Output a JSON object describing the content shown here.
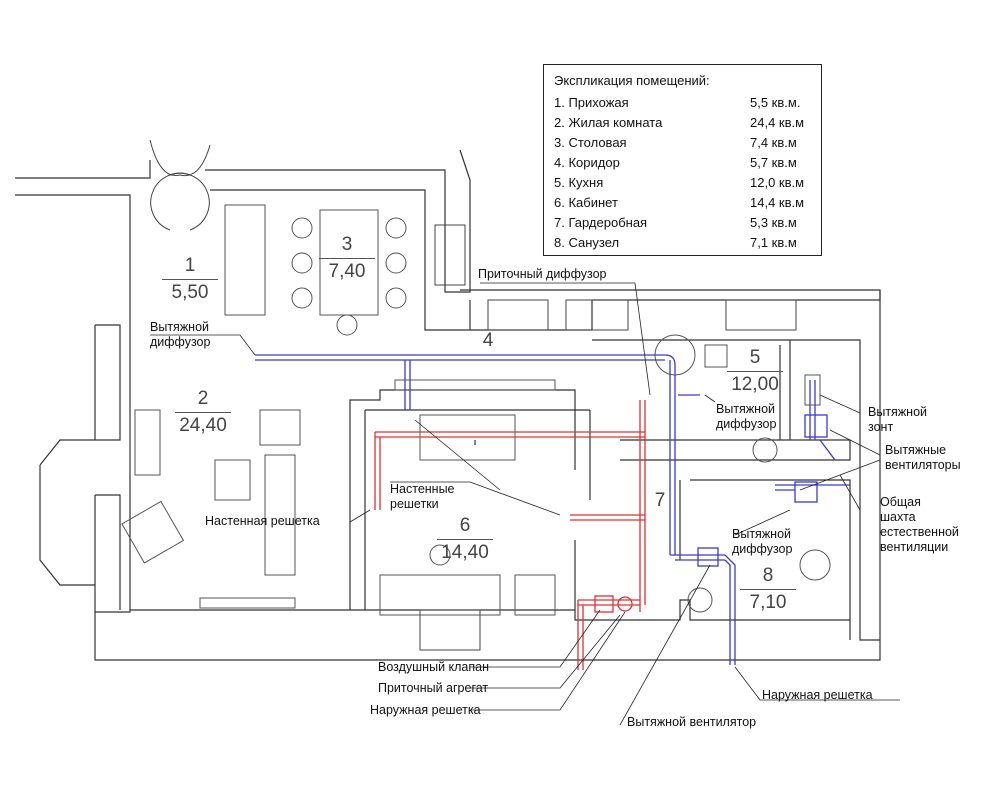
{
  "legend": {
    "title": "Экспликация помещений:",
    "rooms": [
      {
        "name": "1. Прихожая",
        "area": "5,5 кв.м."
      },
      {
        "name": "2. Жилая комната",
        "area": "24,4 кв.м"
      },
      {
        "name": "3. Столовая",
        "area": "7,4 кв.м"
      },
      {
        "name": "4. Коридор",
        "area": "5,7 кв.м"
      },
      {
        "name": "5. Кухня",
        "area": "12,0 кв.м"
      },
      {
        "name": "6. Кабинет",
        "area": "14,4 кв.м"
      },
      {
        "name": "7. Гардеробная",
        "area": "5,3 кв.м"
      },
      {
        "name": "8. Санузел",
        "area": "7,1 кв.м"
      }
    ]
  },
  "rooms_on_plan": [
    {
      "num": "1",
      "area": "5,50"
    },
    {
      "num": "2",
      "area": "24,40"
    },
    {
      "num": "3",
      "area": "7,40"
    },
    {
      "num": "4",
      "area": ""
    },
    {
      "num": "5",
      "area": "12,00"
    },
    {
      "num": "6",
      "area": "14,40"
    },
    {
      "num": "7",
      "area": ""
    },
    {
      "num": "8",
      "area": "7,10"
    }
  ],
  "labels": {
    "supply_diffuser": "Приточный диффузор",
    "exhaust_diffuser_left_1": "Вытяжной",
    "exhaust_diffuser_left_2": "диффузор",
    "exhaust_diffuser_kitchen_1": "Вытяжной",
    "exhaust_diffuser_kitchen_2": "диффузор",
    "exhaust_hood_1": "Вытяжной",
    "exhaust_hood_2": "зонт",
    "exhaust_fans_1": "Вытяжные",
    "exhaust_fans_2": "вентиляторы",
    "shaft_1": "Общая",
    "shaft_2": "шахта",
    "shaft_3": "естественной",
    "shaft_4": "вентиляции",
    "wall_grilles_1": "Настенные",
    "wall_grilles_2": "решетки",
    "wall_grille": "Настенная решетка",
    "exhaust_diffuser_bath_1": "Вытяжной",
    "exhaust_diffuser_bath_2": "диффузор",
    "air_valve": "Воздушный клапан",
    "supply_unit": "Приточный агрегат",
    "outdoor_grille_left": "Наружная решетка",
    "exhaust_fan": "Вытяжной вентилятор",
    "outdoor_grille_right": "Наружная решетка"
  },
  "colors": {
    "walls": "#333333",
    "supply_duct": "#e03030",
    "exhaust_duct": "#3a3ad0",
    "furniture": "#555555",
    "leader": "#222222"
  }
}
